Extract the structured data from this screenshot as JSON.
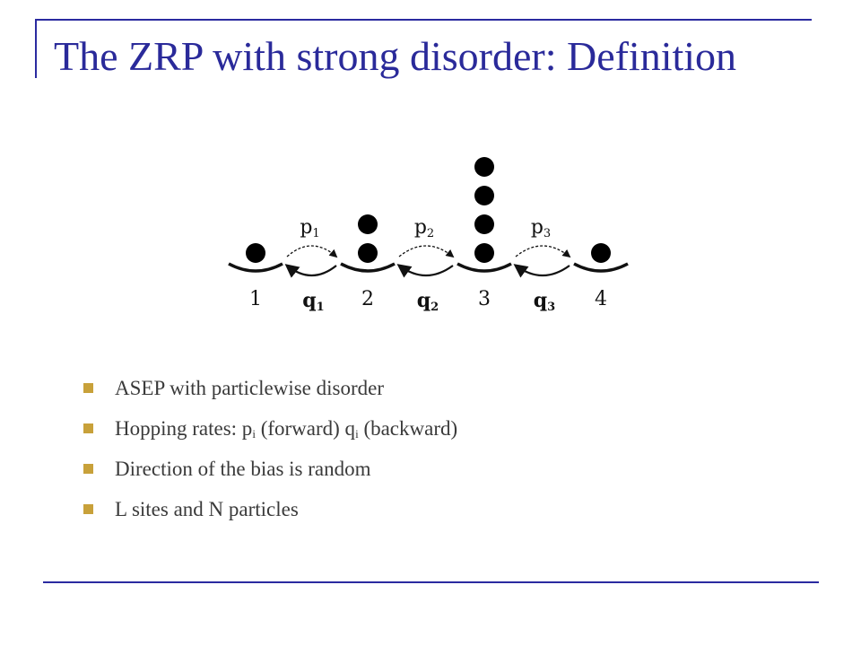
{
  "slide": {
    "title": "The ZRP with strong disorder: Definition",
    "accent_color": "#2a2a9a",
    "bullet_color": "#c8a13a"
  },
  "diagram": {
    "sites": [
      {
        "label": "1",
        "particles": 1
      },
      {
        "label": "2",
        "particles": 2
      },
      {
        "label": "3",
        "particles": 4
      },
      {
        "label": "4",
        "particles": 1
      }
    ],
    "forward_rates": [
      {
        "base": "p",
        "sub": "1"
      },
      {
        "base": "p",
        "sub": "2"
      },
      {
        "base": "p",
        "sub": "3"
      }
    ],
    "backward_rates": [
      {
        "base": "q",
        "sub": "1"
      },
      {
        "base": "q",
        "sub": "2"
      },
      {
        "base": "q",
        "sub": "3"
      }
    ]
  },
  "bullets": {
    "item1": "ASEP with particlewise disorder",
    "item2_prefix": "Hopping rates: p",
    "item2_sub1": "i",
    "item2_mid": " (forward) q",
    "item2_sub2": "i",
    "item2_suffix": " (backward)",
    "item3": "Direction of the bias is random",
    "item4": "L sites and N particles"
  }
}
